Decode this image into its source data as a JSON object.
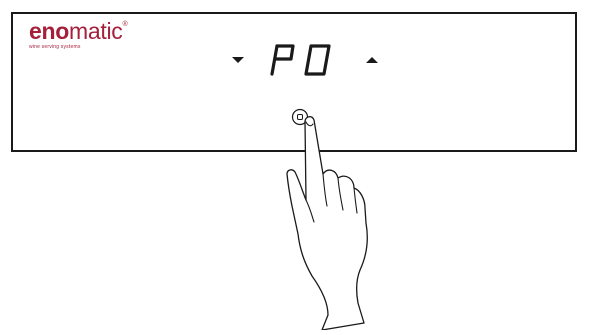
{
  "brand": {
    "name_strong": "eno",
    "name_light": "matic",
    "registered": "®",
    "tagline": "wine serving systems",
    "color": "#a51f3b"
  },
  "display": {
    "text": "P0",
    "down_arrow_icon": "triangle-down-icon",
    "up_arrow_icon": "triangle-up-icon"
  },
  "control": {
    "button_icon": "round-button-icon",
    "hand_icon": "pointing-hand-icon"
  }
}
